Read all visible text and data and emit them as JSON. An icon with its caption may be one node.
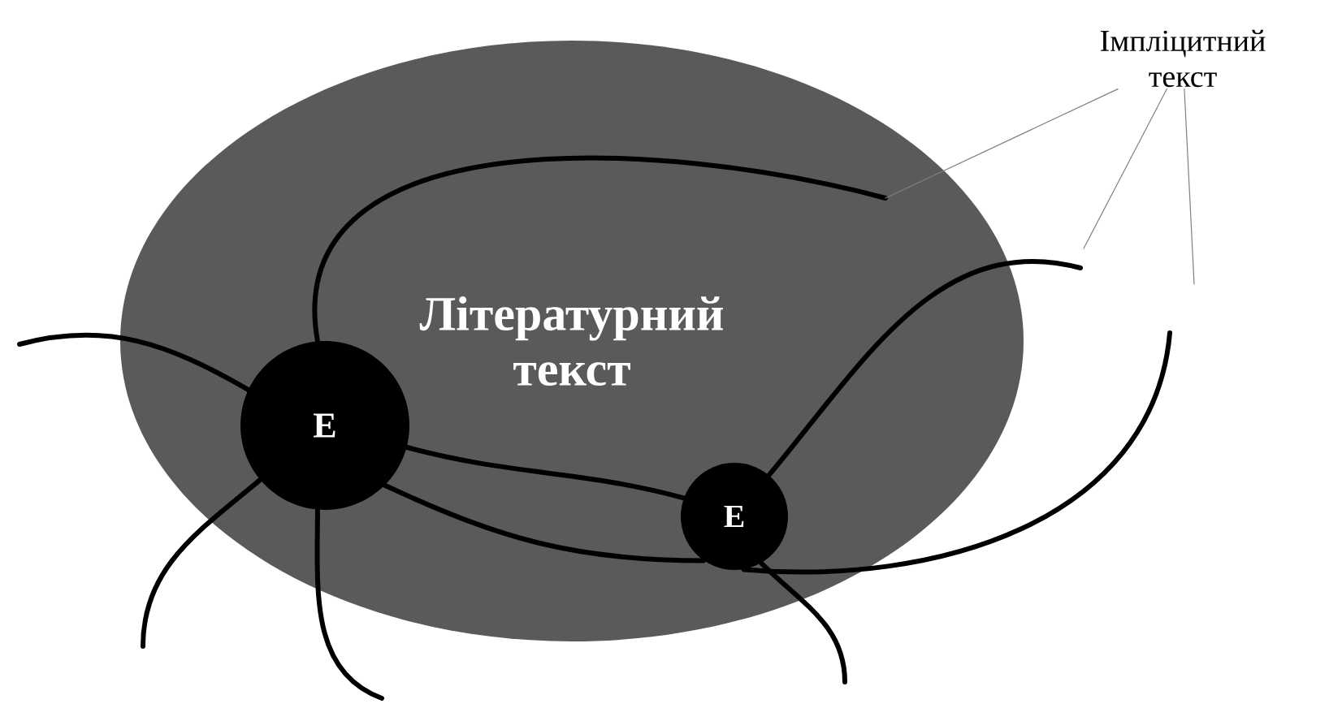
{
  "diagram": {
    "nodes": [
      {
        "text": [
          "Літературний текст"
        ]
      },
      {
        "text": [
          "E"
        ],
        "in": 0
      },
      {
        "text": [
          "E"
        ],
        "in": 0
      },
      {
        "text": [
          "Імпліцитний текст"
        ]
      }
    ],
    "edges": [
      {
        "from": 1,
        "to": 2,
        "arrow": "none"
      },
      {
        "from": 1,
        "to": 2,
        "arrow": "none"
      },
      {
        "from": 1,
        "to": null,
        "arrow": "none"
      },
      {
        "from": 1,
        "to": null,
        "arrow": "none"
      },
      {
        "from": 1,
        "to": null,
        "arrow": "none"
      },
      {
        "from": 1,
        "to": null,
        "arrow": "none"
      },
      {
        "from": 2,
        "to": null,
        "arrow": "none"
      },
      {
        "from": 2,
        "to": null,
        "arrow": "none"
      },
      {
        "from": 2,
        "to": null,
        "arrow": "none"
      },
      {
        "from": 3,
        "to": null,
        "arrow": "none",
        "color": "#808080"
      },
      {
        "from": 3,
        "to": null,
        "arrow": "none",
        "color": "#808080"
      },
      {
        "from": 3,
        "to": null,
        "arrow": "none",
        "color": "#808080"
      }
    ]
  }
}
